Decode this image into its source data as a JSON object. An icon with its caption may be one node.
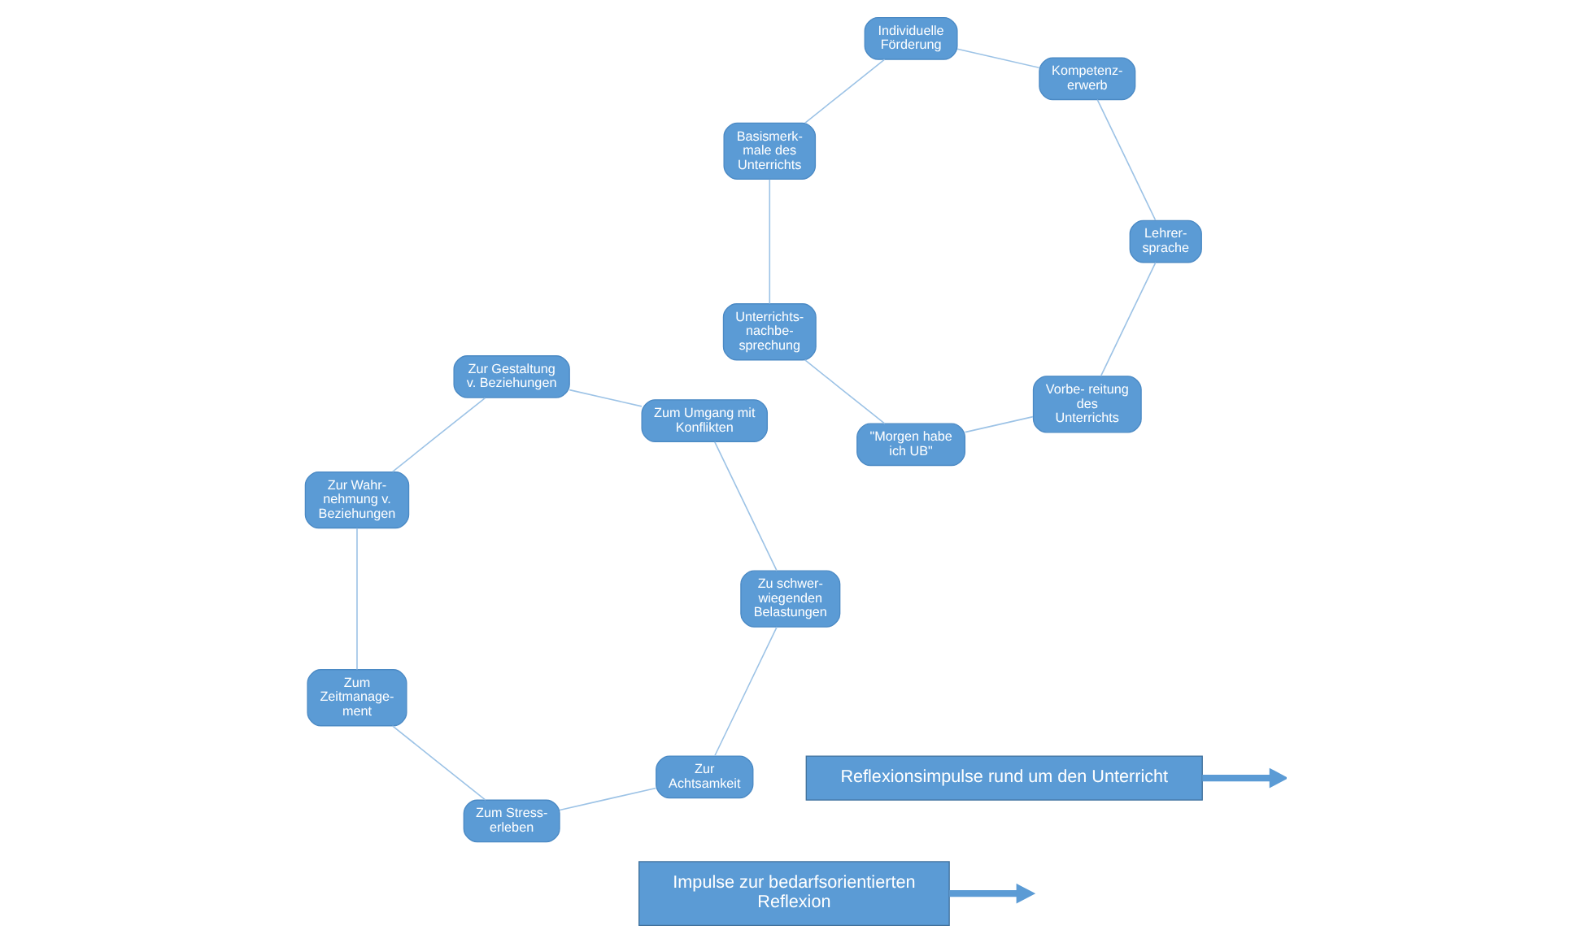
{
  "diagram": {
    "nodes": [
      {
        "text": [
          "Vorbe- reitung des Unterrichts"
        ]
      },
      {
        "text": [
          "\"Morgen habe ich UB\""
        ]
      },
      {
        "text": [
          "Unterrichts- nachbe- sprechung"
        ]
      },
      {
        "text": [
          "Basismerk- male des Unterrichts"
        ]
      },
      {
        "text": [
          "Individuelle Förderung"
        ]
      },
      {
        "text": [
          "Kompetenz- erwerb"
        ]
      },
      {
        "text": [
          "Lehrer- sprache"
        ]
      },
      {
        "text": [
          "Zur Achtsamkeit"
        ]
      },
      {
        "text": [
          "Zum Stress- erleben"
        ]
      },
      {
        "text": [
          "Zum Zeitmanage- ment"
        ]
      },
      {
        "text": [
          "Zur Wahr- nehmung v. Beziehungen"
        ]
      },
      {
        "text": [
          "Zur Gestaltung v. Beziehungen"
        ]
      },
      {
        "text": [
          "Zum Umgang mit Konflikten"
        ]
      },
      {
        "text": [
          "Zu schwer- wiegenden Belastungen"
        ]
      },
      {
        "text": [
          "Reflexionsimpulse rund um den Unterricht"
        ]
      },
      {
        "text": [
          "Impulse zur bedarfsorientierten Reflexion"
        ]
      }
    ],
    "edges": [
      {
        "from": 0,
        "to": 1,
        "arrow": "none"
      },
      {
        "from": 1,
        "to": 2,
        "arrow": "none"
      },
      {
        "from": 2,
        "to": 3,
        "arrow": "none"
      },
      {
        "from": 3,
        "to": 4,
        "arrow": "none"
      },
      {
        "from": 4,
        "to": 5,
        "arrow": "none"
      },
      {
        "from": 5,
        "to": 6,
        "arrow": "none"
      },
      {
        "from": 6,
        "to": 0,
        "arrow": "none"
      },
      {
        "from": 7,
        "to": 8,
        "arrow": "none"
      },
      {
        "from": 8,
        "to": 9,
        "arrow": "none"
      },
      {
        "from": 9,
        "to": 10,
        "arrow": "none"
      },
      {
        "from": 10,
        "to": 11,
        "arrow": "none"
      },
      {
        "from": 11,
        "to": 12,
        "arrow": "none"
      },
      {
        "from": 12,
        "to": 13,
        "arrow": "none"
      },
      {
        "from": 13,
        "to": 7,
        "arrow": "none"
      },
      {
        "from": 14,
        "to": null,
        "arrow": "to",
        "style": "thick"
      },
      {
        "from": 15,
        "to": null,
        "arrow": "to",
        "style": "thick"
      }
    ]
  }
}
